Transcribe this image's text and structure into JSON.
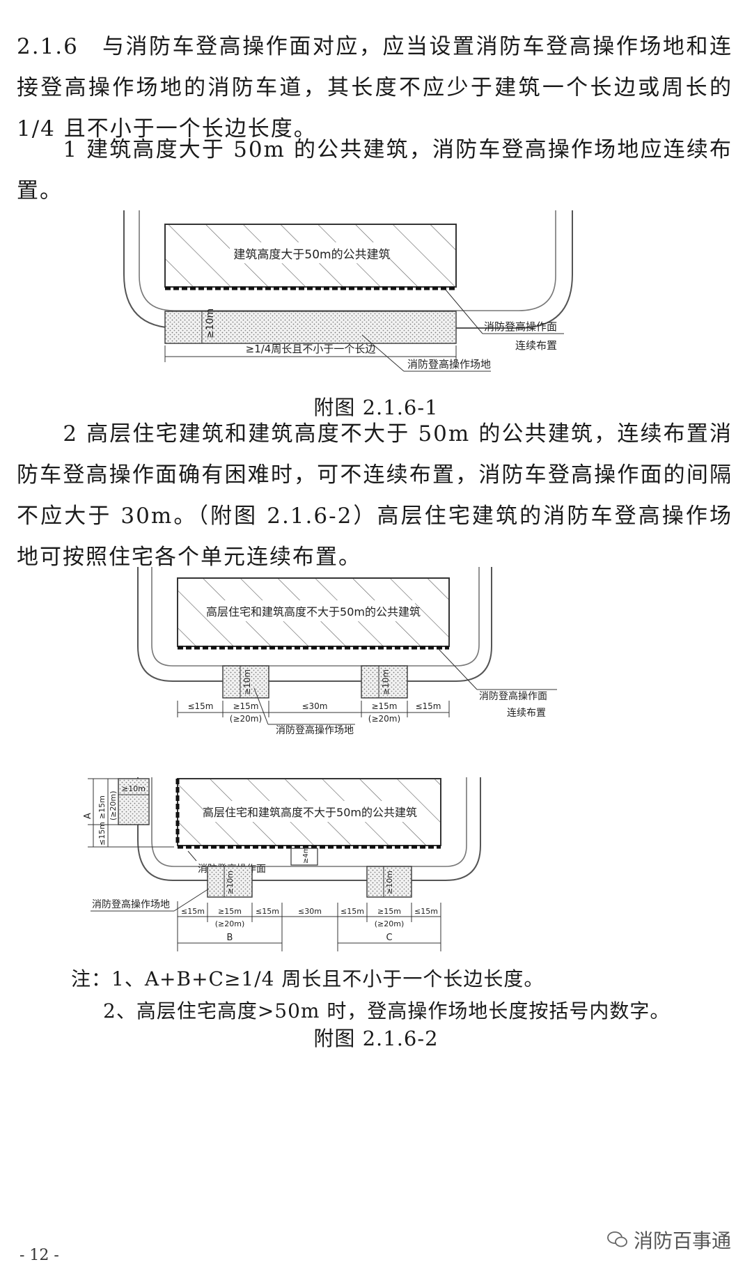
{
  "paragraphs": {
    "p1": "2.1.6　与消防车登高操作面对应，应当设置消防车登高操作场地和连接登高操作场地的消防车道，其长度不应少于建筑一个长边或周长的 1/4 且不小于一个长边长度。",
    "p2": "　　1 建筑高度大于 50m 的公共建筑，消防车登高操作场地应连续布置。",
    "p3": "　　2 高层住宅建筑和建筑高度不大于 50m 的公共建筑，连续布置消防车登高操作面确有困难时，可不连续布置，消防车登高操作面的间隔不应大于 30m。（附图 2.1.6-2）高层住宅建筑的消防车登高操作场地可按照住宅各个单元连续布置。"
  },
  "figure1": {
    "building_label": "建筑高度大于50m的公共建筑",
    "dim_width": "≥10m",
    "dim_length": "≥1/4周长且不小于一个长边",
    "face_label_1": "消防登高操作面",
    "face_label_2": "连续布置",
    "site_label": "消防登高操作场地",
    "caption": "附图 2.1.6-1"
  },
  "figure2a": {
    "building_label": "高层住宅和建筑高度不大于50m的公共建筑",
    "dim_width": "≥10m",
    "dim_le15": "≤15m",
    "dim_ge15": "≥15m",
    "dim_ge20": "(≥20m)",
    "dim_le30": "≤30m",
    "face_label_1": "消防登高操作面",
    "face_label_2": "连续布置",
    "site_label": "消防登高操作场地"
  },
  "figure2b": {
    "building_label": "高层住宅和建筑高度不大于50m的公共建筑",
    "dim_width": "≥10m",
    "dim_ge15": "≥15m",
    "dim_ge20": "(≥20m)",
    "dim_le15": "≤15m",
    "dim_le30": "≤30m",
    "dim_4m": "≥4m",
    "label_a": "A",
    "label_b": "B",
    "label_c": "C",
    "face_label": "消防登高操作面",
    "site_label": "消防登高操作场地"
  },
  "notes": {
    "n1": "注：1、A+B+C≥1/4 周长且不小于一个长边长度。",
    "n2": "2、高层住宅高度>50m 时，登高操作场地长度按括号内数字。",
    "caption": "附图 2.1.6-2"
  },
  "footer": {
    "page_number": "- 12 -",
    "watermark": "消防百事通"
  }
}
